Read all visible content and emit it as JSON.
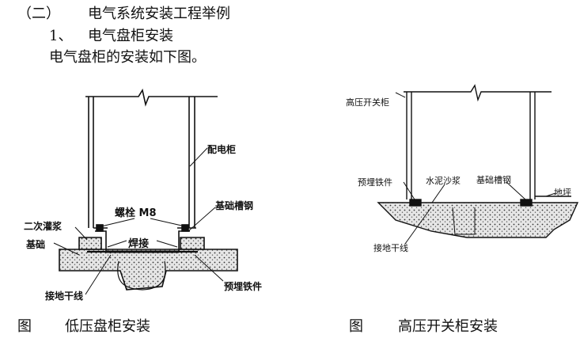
{
  "header": {
    "section": "（二）",
    "section_title": "电气系统安装工程举例",
    "item_no": "1、",
    "item_title": "电气盘柜安装",
    "intro": "电气盘柜的安装如下图。"
  },
  "figure_left": {
    "labels": {
      "cabinet": "配电柜",
      "bolt": "螺栓 M8",
      "channel_steel": "基础槽钢",
      "grout": "二次灌浆",
      "foundation": "基础",
      "weld": "焊接",
      "ground_wire": "接地干线",
      "embedded_iron": "预埋铁件"
    },
    "caption_prefix": "图",
    "caption": "低压盘柜安装"
  },
  "figure_right": {
    "labels": {
      "cabinet": "高压开关柜",
      "embedded_iron": "预埋铁件",
      "mortar": "水泥沙浆",
      "channel_steel": "基础槽钢",
      "floor": "地坪",
      "ground_wire": "接地干线"
    },
    "caption_prefix": "图",
    "caption": "高压开关柜安装"
  }
}
